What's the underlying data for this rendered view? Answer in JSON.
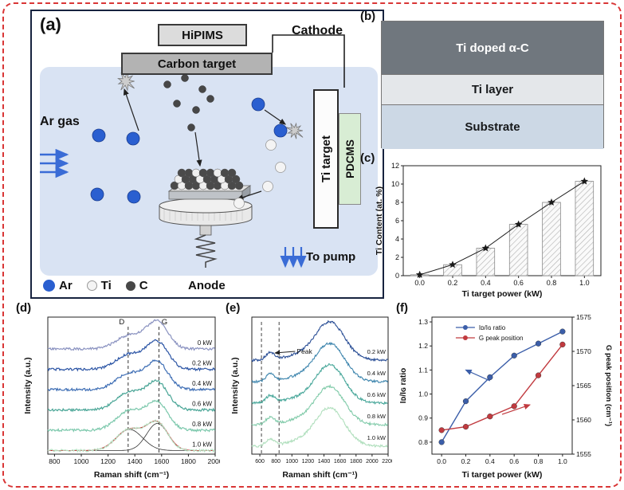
{
  "figure": {
    "border_color": "#d93636"
  },
  "panel_a": {
    "label": "(a)",
    "hipims_label": "HiPIMS",
    "carbon_target_label": "Carbon target",
    "cathode_label": "Cathode",
    "ti_target_label": "Ti target",
    "pdcms_label": "PDCMS",
    "ar_gas_label": "Ar gas",
    "to_pump_label": "To pump",
    "anode_label": "Anode",
    "chamber_color": "#d9e3f3",
    "gas_arrow_color": "#3a6cd6",
    "legend": [
      {
        "name": "Ar",
        "color": "#2a5fd0"
      },
      {
        "name": "Ti",
        "color": "#f4f4f4"
      },
      {
        "name": "C",
        "color": "#474747"
      }
    ]
  },
  "panel_b": {
    "label": "(b)",
    "layers": [
      {
        "name": "Ti doped α-C",
        "color": "#70777e",
        "text_color": "#ffffff",
        "height": 67
      },
      {
        "name": "Ti layer",
        "color": "#e4e7ea",
        "text_color": "#16181a",
        "height": 38
      },
      {
        "name": "Substrate",
        "color": "#ccd8e5",
        "text_color": "#16181a",
        "height": 55
      }
    ]
  },
  "panel_c": {
    "label": "(c)"
  },
  "panel_d": {
    "label": "(d)"
  },
  "panel_e": {
    "label": "(e)"
  },
  "panel_f": {
    "label": "(f)"
  },
  "chart_data": [
    {
      "id": "c",
      "type": "bar",
      "categories": [
        "0.0",
        "0.2",
        "0.4",
        "0.6",
        "0.8",
        "1.0"
      ],
      "values": [
        0.1,
        1.2,
        3.0,
        5.6,
        8.0,
        10.3
      ],
      "overlay": "line-with-star-markers",
      "xlabel": "Ti target power (kW)",
      "ylabel": "Ti Content (at. %)",
      "ylim": [
        0,
        12
      ],
      "yticks": [
        0,
        2,
        4,
        6,
        8,
        10,
        12
      ],
      "bar_style": "diagonal-hatch",
      "marker_color": "#1a1a1a"
    },
    {
      "id": "d",
      "type": "line",
      "subtype": "stacked-raman-spectra",
      "xlabel": "Raman shift (cm⁻¹)",
      "ylabel": "Intensity (a.u.)",
      "xlim": [
        750,
        2000
      ],
      "xticks": [
        800,
        1000,
        1200,
        1400,
        1600,
        1800,
        2000
      ],
      "band_labels": [
        {
          "label": "D",
          "x": 1350
        },
        {
          "label": "G",
          "x": 1580
        }
      ],
      "d_peak_center": 1360,
      "g_peak_center": 1568,
      "series": [
        {
          "name": "0 kW",
          "color": "#8a92c0",
          "d_rel": 0.5
        },
        {
          "name": "0.2 kW",
          "color": "#2c55a5",
          "d_rel": 0.55
        },
        {
          "name": "0.4 kW",
          "color": "#3d6db4",
          "d_rel": 0.6
        },
        {
          "name": "0.6 kW",
          "color": "#49a596",
          "d_rel": 0.65
        },
        {
          "name": "0.8 kW",
          "color": "#7cc8ac",
          "d_rel": 0.72
        },
        {
          "name": "1.0 kW",
          "color": "#b9e3c6",
          "d_rel": 0.78,
          "fitted": true
        }
      ],
      "fit_envelope_color": "#c22a2a",
      "fit_component_color": "#333333"
    },
    {
      "id": "e",
      "type": "line",
      "subtype": "stacked-raman-spectra",
      "xlabel": "Raman shift (cm⁻¹)",
      "ylabel": "Intensity (a.u.)",
      "xlim": [
        500,
        2200
      ],
      "xticks": [
        600,
        800,
        1000,
        1200,
        1400,
        1600,
        1800,
        2000,
        2200
      ],
      "dashed_guides": [
        620,
        840
      ],
      "peak_annotation": "Peak",
      "series": [
        {
          "name": "0.2 kW",
          "color": "#2b4f96"
        },
        {
          "name": "0.4 kW",
          "color": "#3f86ae"
        },
        {
          "name": "0.6 kW",
          "color": "#4aa89b"
        },
        {
          "name": "0.8 kW",
          "color": "#82cbaa"
        },
        {
          "name": "1.0 kW",
          "color": "#b0dfbd"
        }
      ]
    },
    {
      "id": "f",
      "type": "line",
      "x": [
        0.0,
        0.2,
        0.4,
        0.6,
        0.8,
        1.0
      ],
      "xticks": [
        "0.0",
        "0.2",
        "0.4",
        "0.6",
        "0.8",
        "1.0"
      ],
      "xlabel": "Ti target power (kW)",
      "left_axis": {
        "label": "Iᴅ/Iɢ ratio",
        "lim": [
          0.75,
          1.32
        ],
        "ticks": [
          0.8,
          0.9,
          1.0,
          1.1,
          1.2,
          1.3
        ]
      },
      "right_axis": {
        "label": "G peak position (cm⁻¹)",
        "lim": [
          1555,
          1575
        ],
        "ticks": [
          1555,
          1560,
          1565,
          1570,
          1575
        ]
      },
      "series": [
        {
          "name": "Iᴅ/Iɢ ratio",
          "axis": "left",
          "color": "#3b5ea9",
          "values": [
            0.8,
            0.97,
            1.07,
            1.16,
            1.21,
            1.26
          ]
        },
        {
          "name": "G peak position",
          "axis": "right",
          "color": "#c13a3f",
          "values": [
            1558.5,
            1559.0,
            1560.5,
            1562.0,
            1566.5,
            1571.0
          ]
        }
      ]
    }
  ]
}
